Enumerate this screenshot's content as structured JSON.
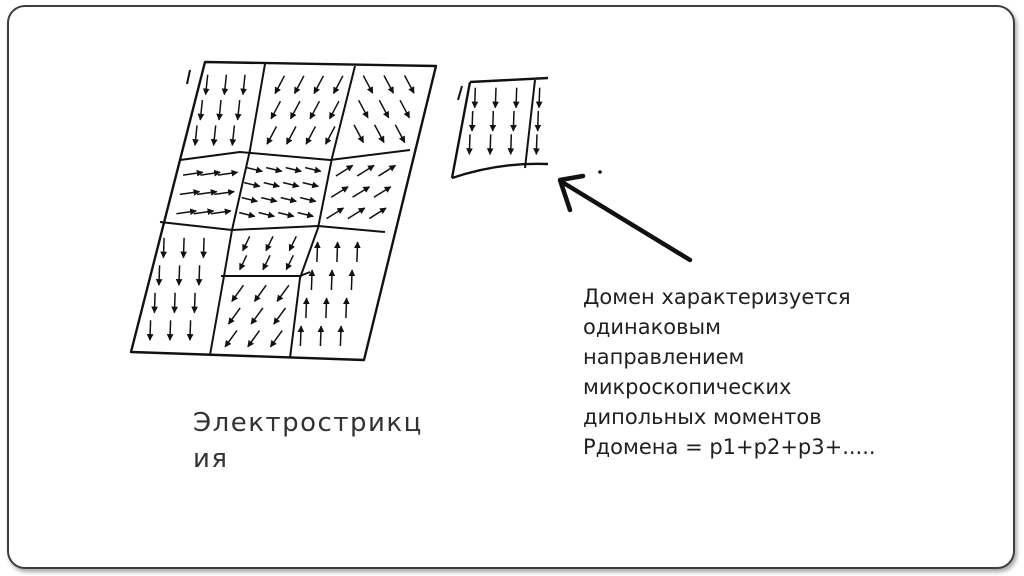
{
  "slide": {
    "caption": "Электрострикц\nия",
    "description_lines": [
      "Домен характеризуется",
      "одинаковым",
      "направлением",
      "микроскопических",
      "дипольных моментов",
      "Pдомена = p1+p2+p3+....."
    ]
  },
  "figure": {
    "kind": "ferroelectric-domain-sketch",
    "ink_color": "#111111",
    "pointer": "arrow-pointing-at-single-domain"
  }
}
